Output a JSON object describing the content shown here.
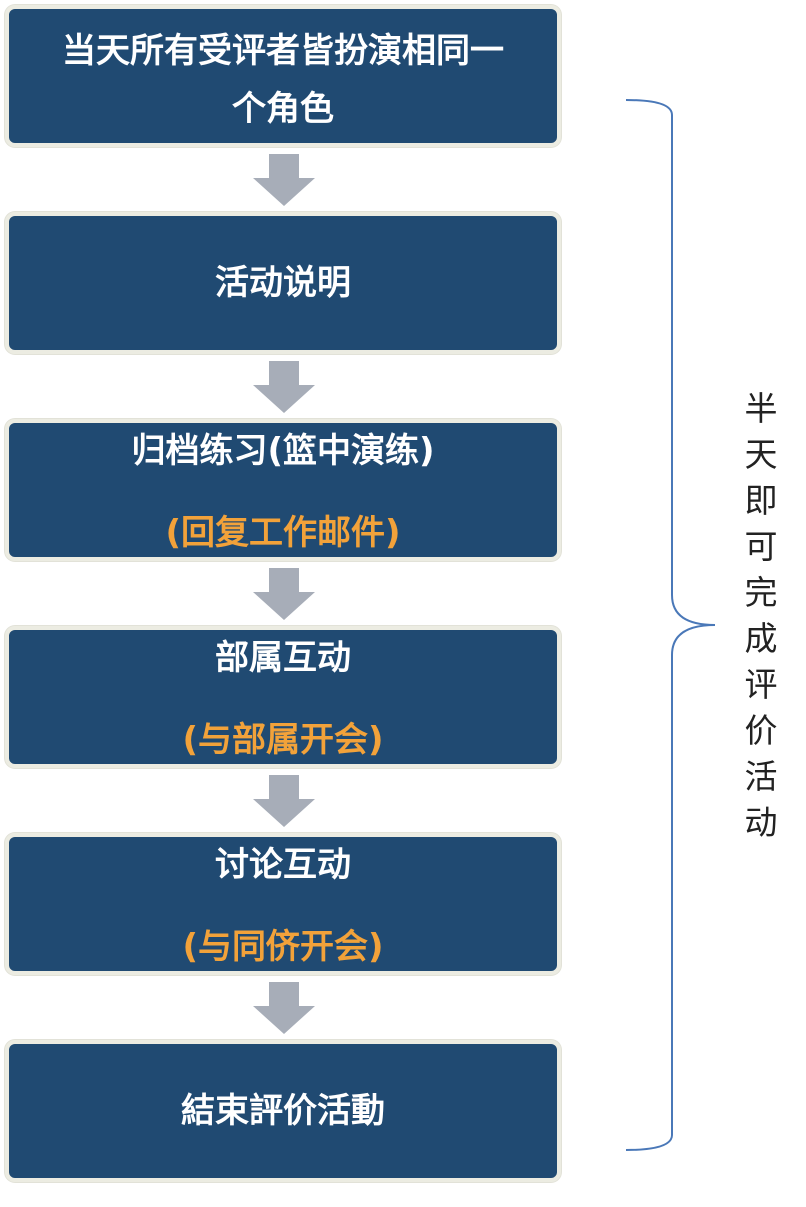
{
  "steps": [
    {
      "line1": "当天所有受评者皆扮演相同一",
      "line2": "个角色"
    },
    {
      "line1": "活动说明"
    },
    {
      "line1": "归档练习(篮中演练)",
      "line2": "(回复工作邮件)"
    },
    {
      "line1": "部属互动",
      "line2": "(与部属开会)"
    },
    {
      "line1": "讨论互动",
      "line2": "(与同侪开会)"
    },
    {
      "line1": "結束評价活動"
    }
  ],
  "side_label": [
    "半",
    "天",
    "即",
    "可",
    "完",
    "成",
    "评",
    "价",
    "活",
    "动"
  ],
  "colors": {
    "box_fill": "#204a72",
    "box_border": "#ecece2",
    "accent_text": "#f2a23a",
    "arrow": "#a7adb8",
    "bracket": "#4a78b8"
  }
}
